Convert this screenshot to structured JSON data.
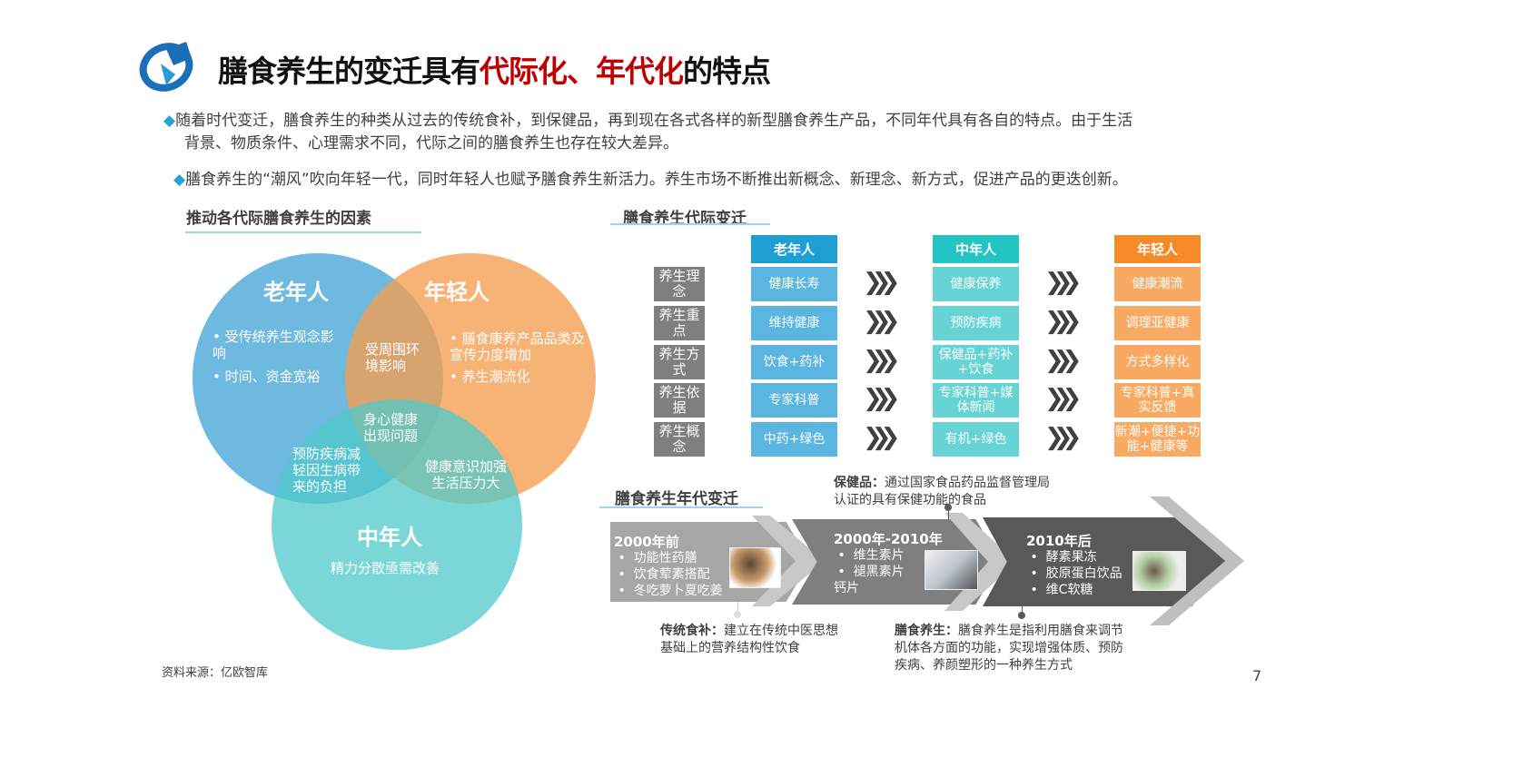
{
  "header": {
    "title_part1": "膳食养生的变迁具有",
    "title_red1": "代际化、年代化",
    "title_part2": "的特点",
    "logo_icon": "circular-globe-logo"
  },
  "bullets": [
    "随着时代变迁，膳食养生的种类从过去的传统食补，到保健品，再到现在各式各样的新型膳食养生产品，不同年代具有各自的特点。由于生活",
    "背景、物质条件、心理需求不同，代际之间的膳食养生也存在较大差异。",
    "膳食养生的“潮风”吹向年轻一代，同时年轻人也赋予膳食养生新活力。养生市场不断推出新概念、新理念、新方式，促进产品的更迭创新。"
  ],
  "bullet_marker": "◆",
  "venn": {
    "title": "推动各代际膳食养生的因素",
    "elder": {
      "label": "老年人",
      "items": [
        "受传统养生观念影响",
        "时间、资金宽裕"
      ]
    },
    "young": {
      "label": "年轻人",
      "items": [
        "膳食康养产品品类及宣传力度增加",
        "养生潮流化"
      ]
    },
    "middle": {
      "label": "中年人",
      "text": "精力分散亟需改善"
    },
    "elder_young": "受周围环境影响",
    "all": "身心健康出现问题",
    "elder_middle": "预防疾病减轻因生病带来的负担",
    "young_middle": [
      "健康意识加强",
      "生活压力大"
    ],
    "colors": {
      "elder": "#5aafdc",
      "young": "#f7a35c",
      "middle": "#6fd3d3"
    }
  },
  "generation": {
    "title": "膳食养生代际变迁",
    "headers": [
      "老年人",
      "中年人",
      "年轻人"
    ],
    "header_colors": [
      "#1e9fd4",
      "#22c4c4",
      "#f58a27"
    ],
    "rows": [
      {
        "label": "养生理念",
        "values": [
          "健康长寿",
          "健康保养",
          "健康潮流"
        ]
      },
      {
        "label": "养生重点",
        "values": [
          "维持健康",
          "预防疾病",
          "调理亚健康"
        ]
      },
      {
        "label": "养生方式",
        "values": [
          "饮食+药补",
          "保健品+药补+饮食",
          "方式多样化"
        ]
      },
      {
        "label": "养生依据",
        "values": [
          "专家科普",
          "专家科普+媒体新闻",
          "专家科普+真实反馈"
        ]
      },
      {
        "label": "养生概念",
        "values": [
          "中药+绿色",
          "有机+绿色",
          "新潮+便捷+功能+健康等"
        ]
      }
    ],
    "arrow_glyph": "❯❯❯"
  },
  "era": {
    "title": "膳食养生年代变迁",
    "periods": [
      {
        "label": "2000年前",
        "items": [
          "功能性药膳",
          "饮食荤素搭配",
          "冬吃萝卜夏吃姜"
        ],
        "extra": ""
      },
      {
        "label": "2000年-2010年",
        "items": [
          "维生素片",
          "褪黑素片"
        ],
        "extra": "钙片"
      },
      {
        "label": "2010年后",
        "items": [
          "酵素果冻",
          "胶原蛋白饮品",
          "维C软糖"
        ],
        "extra": ""
      }
    ],
    "notes": [
      {
        "term": "保健品：",
        "text": "通过国家食品药品监督管理局认证的具有保健功能的食品"
      },
      {
        "term": "传统食补：",
        "text": "建立在传统中医思想基础上的营养结构性饮食"
      },
      {
        "term": "膳食养生：",
        "text": "膳食养生是指利用膳食来调节机体各方面的功能，实现增强体质、预防疾病、养颜塑形的一种养生方式"
      }
    ]
  },
  "footer": {
    "source": "资料来源：亿欧智库",
    "page": "7"
  }
}
